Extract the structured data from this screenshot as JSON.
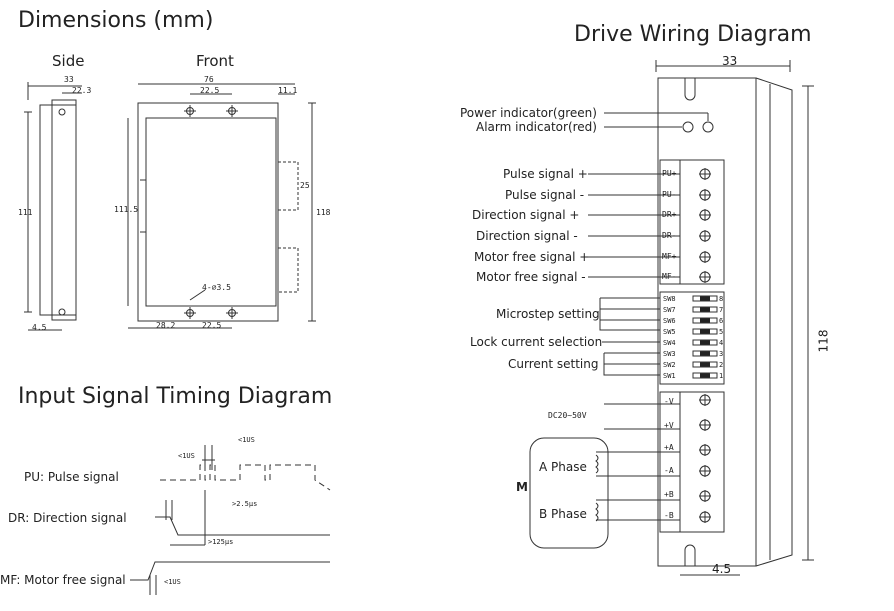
{
  "dimensions": {
    "title": "Dimensions (mm)",
    "side": {
      "label": "Side",
      "top_width": "33",
      "hole_offset": "22.3",
      "height": "111",
      "bottom_offset": "4.5"
    },
    "front": {
      "label": "Front",
      "top_width": "76",
      "hole_spacing_top": "22.5",
      "top_right": "11.1",
      "inner_height": "111.5",
      "total_height": "118",
      "side_slot": "25",
      "hole_note": "4-∅3.5",
      "bottom_left": "28.2",
      "bottom_right": "22.5"
    }
  },
  "timing": {
    "title": "Input Signal Timing Diagram",
    "signals": [
      "PU: Pulse signal",
      "DR: Direction signal",
      "MF: Motor free signal"
    ],
    "annotations": {
      "a1": "<1US",
      "a2": "<1US",
      "a3": ">2.5μs",
      "a4": ">125μs",
      "a5": "<1US"
    }
  },
  "wiring": {
    "title": "Drive Wiring Diagram",
    "width": "33",
    "height": "118",
    "bottom": "4.5",
    "indicators": [
      "Power indicator(green)",
      "Alarm indicator(red)"
    ],
    "signal_labels": [
      "Pulse signal +",
      "Pulse signal -",
      "Direction signal +",
      "Direction signal -",
      "Motor free signal +",
      "Motor free signal -"
    ],
    "signal_terminals": [
      "PU+",
      "PU-",
      "DR+",
      "DR-",
      "MF+",
      "MF-"
    ],
    "switch_labels": [
      "Microstep setting",
      "Lock current selection",
      "Current setting"
    ],
    "switches": [
      "SW8",
      "SW7",
      "SW6",
      "SW5",
      "SW4",
      "SW3",
      "SW2",
      "SW1"
    ],
    "switch_nums": [
      "8",
      "7",
      "6",
      "5",
      "4",
      "3",
      "2",
      "1"
    ],
    "power_label": "DC20~50V",
    "power_terminals": [
      "-V",
      "+V"
    ],
    "motor_terminals": [
      "+A",
      "-A",
      "+B",
      "-B"
    ],
    "motor_label": "M",
    "phase_a": "A Phase",
    "phase_b": "B Phase"
  }
}
